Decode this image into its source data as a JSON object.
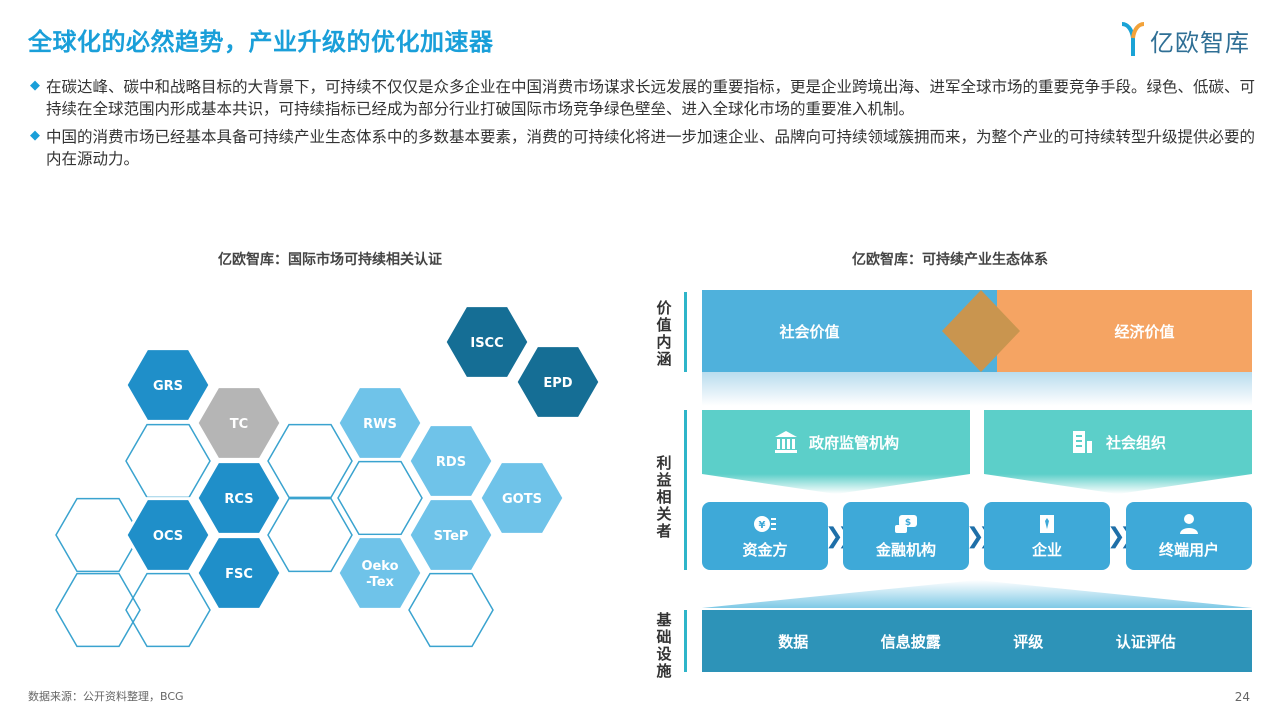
{
  "header": {
    "title": "全球化的必然趋势，产业升级的优化加速器",
    "logo_text": "亿欧智库"
  },
  "bullets": [
    "在碳达峰、碳中和战略目标的大背景下，可持续不仅仅是众多企业在中国消费市场谋求长远发展的重要指标，更是企业跨境出海、进军全球市场的重要竞争手段。绿色、低碳、可持续在全球范围内形成基本共识，可持续指标已经成为部分行业打破国际市场竞争绿色壁垒、进入全球化市场的重要准入机制。",
    "中国的消费市场已经基本具备可持续产业生态体系中的多数基本要素，消费的可持续化将进一步加速企业、品牌向可持续领域簇拥而来，为整个产业的可持续转型升级提供必要的内在源动力。"
  ],
  "left_panel": {
    "title": "亿欧智库：国际市场可持续相关认证",
    "certifications": [
      "GRS",
      "TC",
      "RCS",
      "OCS",
      "FSC",
      "RWS",
      "RDS",
      "GOTS",
      "STeP",
      "Oeko\n-Tex",
      "ISCC",
      "EPD"
    ],
    "colors": {
      "dark_blue": "#1f8fc9",
      "navy": "#156e95",
      "gray": "#b5b5b5",
      "light_blue": "#6fc3e9",
      "outline": "#3aa3cf"
    }
  },
  "right_panel": {
    "title": "亿欧智库：可持续产业生态体系",
    "row_labels": [
      "价值内涵",
      "利益相关者",
      "基础设施"
    ],
    "values": {
      "left": "社会价值",
      "right": "经济价值"
    },
    "stakeholder_groups": [
      {
        "label": "政府监管机构",
        "icon": "government-building-icon"
      },
      {
        "label": "社会组织",
        "icon": "office-building-icon"
      }
    ],
    "stakeholders": [
      {
        "label": "资金方",
        "icon": "money-bag-icon"
      },
      {
        "label": "金融机构",
        "icon": "finance-chat-icon"
      },
      {
        "label": "企业",
        "icon": "enterprise-icon"
      },
      {
        "label": "终端用户",
        "icon": "user-icon"
      }
    ],
    "infrastructure": [
      "数据",
      "信息披露",
      "评级",
      "认证评估"
    ]
  },
  "footer": {
    "source": "数据来源：公开资料整理，BCG",
    "page_number": "24"
  }
}
